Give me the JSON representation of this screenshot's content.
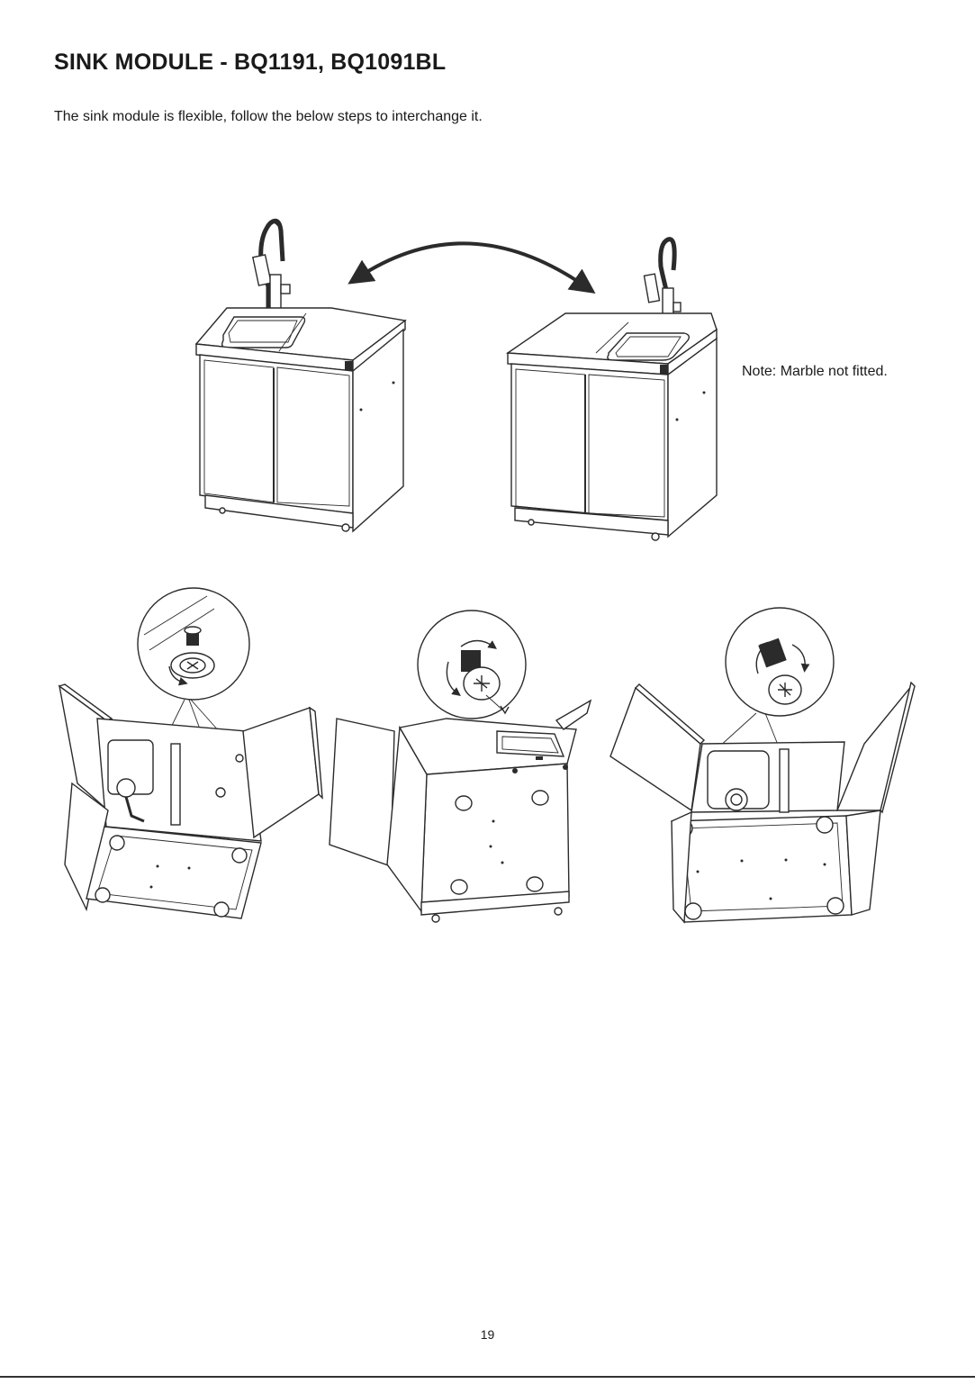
{
  "page": {
    "title": "SINK MODULE - BQ1191, BQ1091BL",
    "intro": "The sink module is flexible, follow the below steps to interchange it.",
    "note": "Note: Marble not fitted.",
    "page_number": "19"
  },
  "figures": {
    "top_left": "sink-cabinet-left-sink-illustration",
    "top_right": "sink-cabinet-right-sink-illustration",
    "swap_arrow": "double-headed-curved-arrow",
    "bottom_left": "cabinet-underside-with-screw-detail",
    "bottom_middle": "cabinet-rear-with-screw-removal-detail",
    "bottom_right": "cabinet-underside-with-screw-refit-detail"
  }
}
